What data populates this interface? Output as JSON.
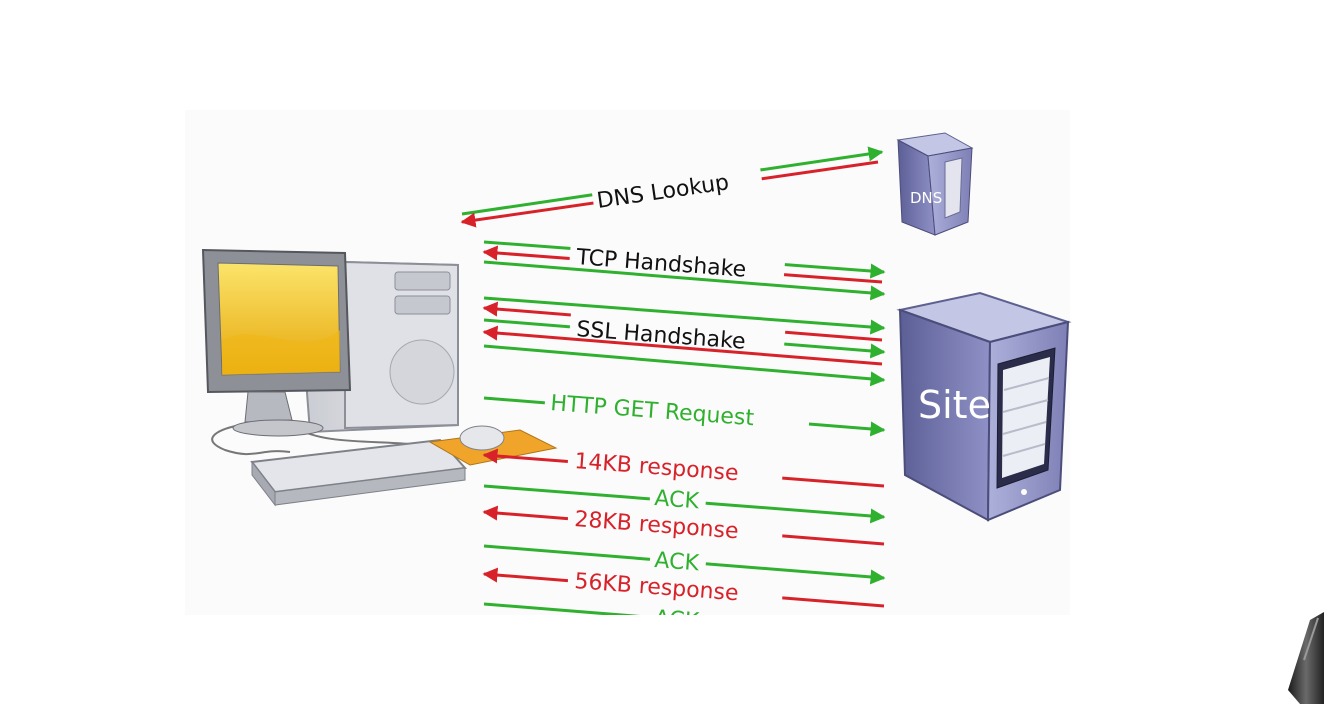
{
  "colors": {
    "green": "#2fb12f",
    "red": "#d8222a",
    "server_body": "#7d7fb3",
    "monitor_screen": "#f2c51c"
  },
  "dns_server": {
    "icon": "server-icon",
    "label": "DNS"
  },
  "site_server": {
    "icon": "server-icon",
    "label": "Site"
  },
  "client": {
    "icon": "desktop-computer-icon"
  },
  "steps": {
    "dns_lookup": "DNS Lookup",
    "tcp_handshake": "TCP Handshake",
    "ssl_handshake": "SSL Handshake",
    "http_get": "HTTP GET Request",
    "resp_14": "14KB response",
    "ack_1": "ACK",
    "resp_28": "28KB response",
    "ack_2": "ACK",
    "resp_56": "56KB response",
    "ack_3": "ACK"
  },
  "overlay": {
    "icon": "microphone-icon"
  }
}
